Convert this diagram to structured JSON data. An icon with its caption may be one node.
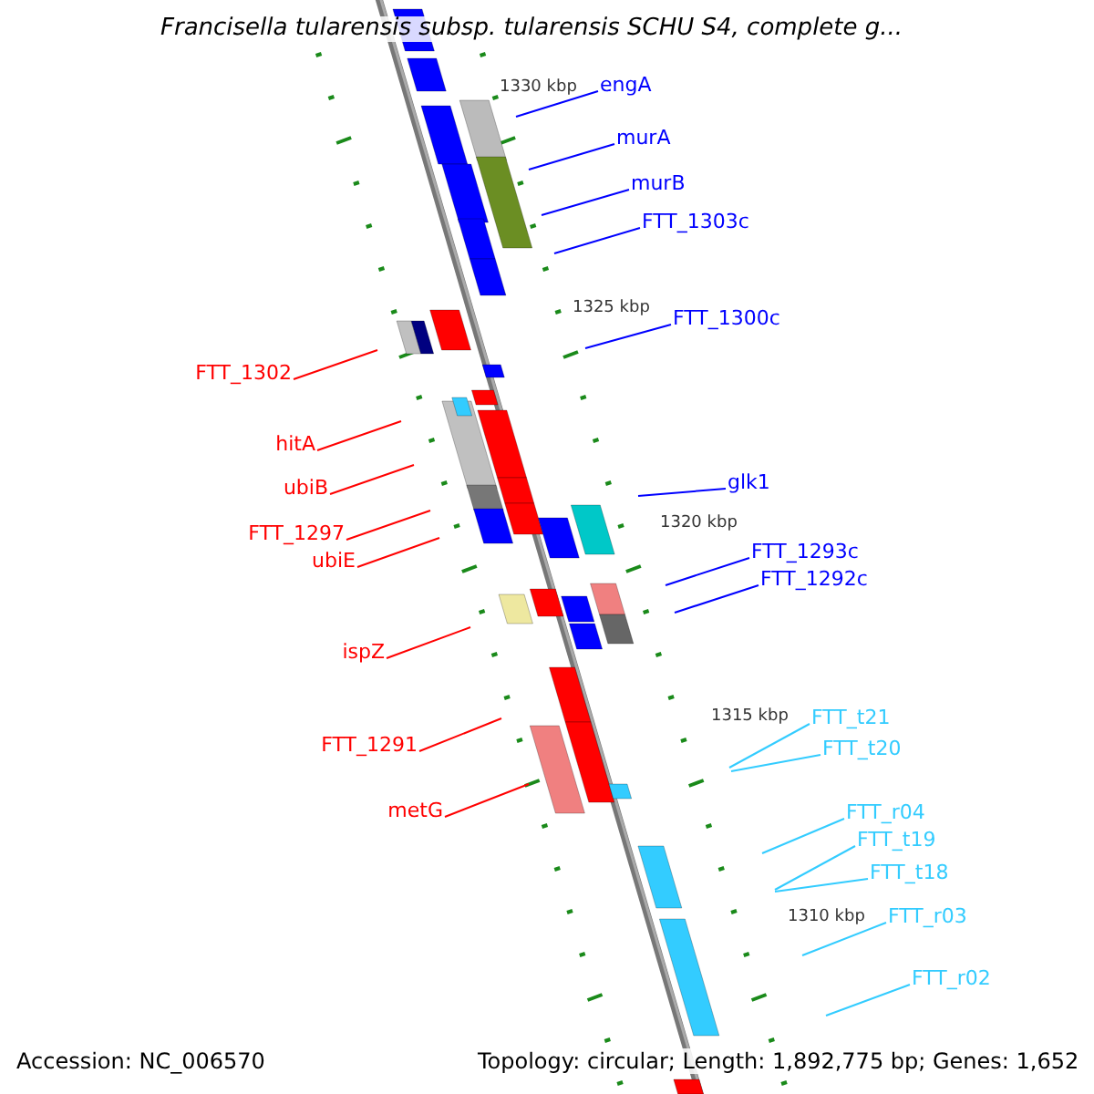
{
  "diagram": {
    "title": "Francisella tularensis subsp. tularensis SCHU S4, complete g...",
    "nodes": [
      {
        "text": [
          "engA"
        ]
      },
      {
        "text": [
          "murA"
        ]
      },
      {
        "text": [
          "murB"
        ]
      },
      {
        "text": [
          "FTT_1303c"
        ]
      },
      {
        "text": [
          "FTT_1300c"
        ]
      },
      {
        "text": [
          "FTT_1302"
        ]
      },
      {
        "text": [
          "hitA"
        ]
      },
      {
        "text": [
          "glk1"
        ]
      },
      {
        "text": [
          "ubiB"
        ]
      },
      {
        "text": [
          "FTT_1297"
        ]
      },
      {
        "text": [
          "FTT_1293c"
        ]
      },
      {
        "text": [
          "ubiE"
        ]
      },
      {
        "text": [
          "FTT_1292c"
        ]
      },
      {
        "text": [
          "ispZ"
        ]
      },
      {
        "text": [
          "FTT_t21"
        ]
      },
      {
        "text": [
          "FTT_1291"
        ]
      },
      {
        "text": [
          "FTT_t20"
        ]
      },
      {
        "text": [
          "metG"
        ]
      },
      {
        "text": [
          "FTT_r04"
        ]
      },
      {
        "text": [
          "FTT_t19"
        ]
      },
      {
        "text": [
          "FTT_t18"
        ]
      },
      {
        "text": [
          "FTT_r03"
        ]
      },
      {
        "text": [
          "FTT_r02"
        ]
      }
    ],
    "edges": [
      {
        "from": 0,
        "to": null,
        "arrow": "none",
        "color": "#0000ff"
      },
      {
        "from": 1,
        "to": null,
        "arrow": "none",
        "color": "#0000ff"
      },
      {
        "from": 2,
        "to": null,
        "arrow": "none",
        "color": "#0000ff"
      },
      {
        "from": 3,
        "to": null,
        "arrow": "none",
        "color": "#0000ff"
      },
      {
        "from": 4,
        "to": null,
        "arrow": "none",
        "color": "#0000ff"
      },
      {
        "from": 5,
        "to": null,
        "arrow": "none",
        "color": "#ff0000"
      },
      {
        "from": 6,
        "to": null,
        "arrow": "none",
        "color": "#ff0000"
      },
      {
        "from": 7,
        "to": null,
        "arrow": "none",
        "color": "#0000ff"
      },
      {
        "from": 8,
        "to": null,
        "arrow": "none",
        "color": "#ff0000"
      },
      {
        "from": 9,
        "to": null,
        "arrow": "none",
        "color": "#ff0000"
      },
      {
        "from": 10,
        "to": null,
        "arrow": "none",
        "color": "#0000ff"
      },
      {
        "from": 11,
        "to": null,
        "arrow": "none",
        "color": "#ff0000"
      },
      {
        "from": 12,
        "to": null,
        "arrow": "none",
        "color": "#0000ff"
      },
      {
        "from": 13,
        "to": null,
        "arrow": "none",
        "color": "#ff0000"
      },
      {
        "from": 14,
        "to": null,
        "arrow": "none",
        "color": "#33ccff"
      },
      {
        "from": 15,
        "to": null,
        "arrow": "none",
        "color": "#ff0000"
      },
      {
        "from": 16,
        "to": null,
        "arrow": "none",
        "color": "#33ccff"
      },
      {
        "from": 17,
        "to": null,
        "arrow": "none",
        "color": "#ff0000"
      },
      {
        "from": 18,
        "to": null,
        "arrow": "none",
        "color": "#33ccff"
      },
      {
        "from": 19,
        "to": null,
        "arrow": "none",
        "color": "#33ccff"
      },
      {
        "from": 20,
        "to": null,
        "arrow": "none",
        "color": "#33ccff"
      },
      {
        "from": 21,
        "to": null,
        "arrow": "none",
        "color": "#33ccff"
      },
      {
        "from": 22,
        "to": null,
        "arrow": "none",
        "color": "#33ccff"
      }
    ],
    "labels": [
      "1330 kbp",
      "1325 kbp",
      "1320 kbp",
      "1315 kbp",
      "1310 kbp",
      "Accession: NC_006570",
      "Topology: circular; Length: 1,892,775 bp; Genes: 1,652"
    ]
  }
}
